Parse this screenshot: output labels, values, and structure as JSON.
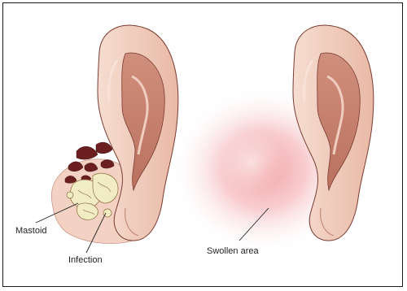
{
  "labels": {
    "mastoid": "Mastoid",
    "infection": "Infection",
    "swollen_area": "Swollen area"
  },
  "colors": {
    "skin": "#f3d2c3",
    "skin_shadow": "#d9a08c",
    "inner_ear": "#c77a66",
    "bone_dark": "#6b1f1f",
    "infection_fill": "#f2ecc4",
    "swelling": "#ef8f95",
    "outline": "#7a3b30"
  }
}
